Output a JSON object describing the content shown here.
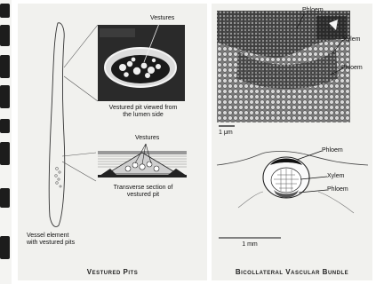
{
  "left_panel": {
    "caption": "Vestured Pits",
    "labels": {
      "vestures_top": "Vestures",
      "lumen_line1": "Vestured pit viewed from",
      "lumen_line2": "the lumen side",
      "vestures_mid": "Vestures",
      "section_line1": "Transverse section of",
      "section_line2": "vestured pit",
      "vessel_line1": "Vessel element",
      "vessel_line2": "with vestured pits"
    }
  },
  "right_panel": {
    "caption": "Bicollateral Vascular Bundle",
    "labels": {
      "phloem_top": "Phloem",
      "xylem_top": "Xylem",
      "phloem_mid": "Phloem",
      "scale_top": "1 μm",
      "phloem_low": "Phloem",
      "xylem_low": "Xylem",
      "phloem_bottom": "Phloem",
      "scale_bottom": "1 mm"
    }
  }
}
